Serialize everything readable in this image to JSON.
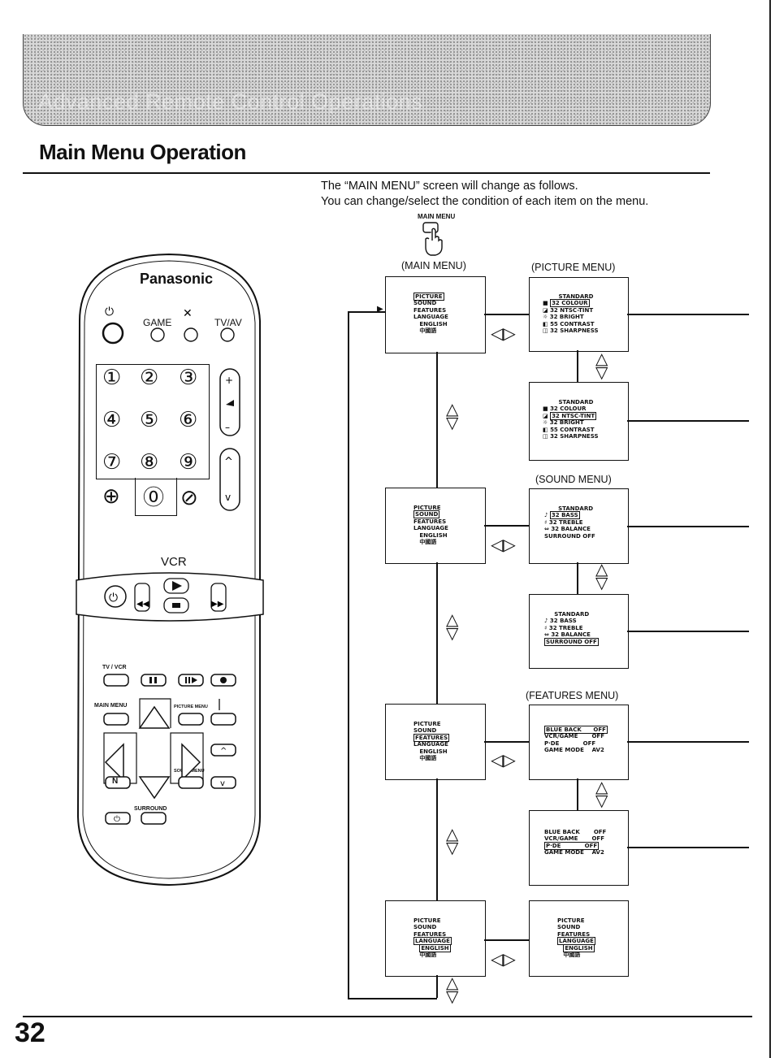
{
  "header": {
    "banner_text": "Advanced Remote Control Operations",
    "page_title": "Main Menu Operation",
    "intro_line1": "The “MAIN MENU” screen will change as follows.",
    "intro_line2": "You can change/select the condition of each item on the menu.",
    "main_menu_button_label": "MAIN MENU"
  },
  "remote": {
    "brand": "Panasonic",
    "game_label": "GAME",
    "tvav_label": "TV/AV",
    "numbers": [
      "1",
      "2",
      "3",
      "4",
      "5",
      "6",
      "7",
      "8",
      "9",
      "0"
    ],
    "vcr_label": "VCR",
    "tvvcr_label": "TV / VCR",
    "main_menu_label": "MAIN MENU",
    "picture_menu_label": "PICTURE MENU",
    "sound_menu_label": "SOUND MENU",
    "surround_label": "SURROUND",
    "n_label": "N"
  },
  "section_labels": {
    "main_menu": "(MAIN MENU)",
    "picture_menu": "(PICTURE MENU)",
    "sound_menu": "(SOUND MENU)",
    "features_menu": "(FEATURES MENU)"
  },
  "main_items": [
    "PICTURE",
    "SOUND",
    "FEATURES",
    "LANGUAGE",
    "ENGLISH",
    "中國語"
  ],
  "picture_menu": {
    "standard": "STANDARD",
    "rows": [
      "32 COLOUR",
      "32 NTSC-TINT",
      "32 BRIGHT",
      "55 CONTRAST",
      "32 SHARPNESS"
    ]
  },
  "sound_menu": {
    "standard": "STANDARD",
    "rows": [
      "32 BASS",
      "32 TREBLE",
      "32 BALANCE",
      "SURROUND OFF"
    ]
  },
  "features_menu": {
    "rows": [
      {
        "name": "BLUE BACK",
        "value": "OFF"
      },
      {
        "name": "VCR/GAME",
        "value": "OFF"
      },
      {
        "name": "P·DE",
        "value": "OFF"
      },
      {
        "name": "GAME MODE",
        "value": "AV2"
      }
    ]
  },
  "page_number": "32"
}
